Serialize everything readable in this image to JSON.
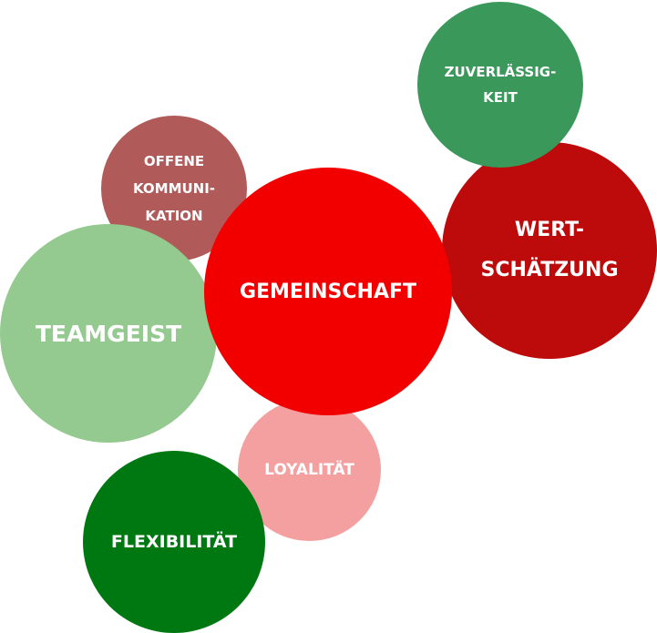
{
  "bubbles": [
    {
      "id": "zuverlaessigkeit",
      "label": "ZUVERLÄSSIG-\nKEIT",
      "color": "#3a985a"
    },
    {
      "id": "wertschaetzung",
      "label": "WERT-\nSCHÄTZUNG",
      "color": "#bd0a0a"
    },
    {
      "id": "offene-kommunikation",
      "label": "OFFENE\nKOMMUNI-\nKATION",
      "color": "#b05a5a"
    },
    {
      "id": "teamgeist",
      "label": "TEAMGEIST",
      "color": "#94c98f"
    },
    {
      "id": "loyalitaet",
      "label": "LOYALITÄT",
      "color": "#f4a0a0"
    },
    {
      "id": "flexibilitaet",
      "label": "FLEXIBILITÄT",
      "color": "#007812"
    },
    {
      "id": "gemeinschaft",
      "label": "GEMEINSCHAFT",
      "color": "#f20000"
    }
  ]
}
